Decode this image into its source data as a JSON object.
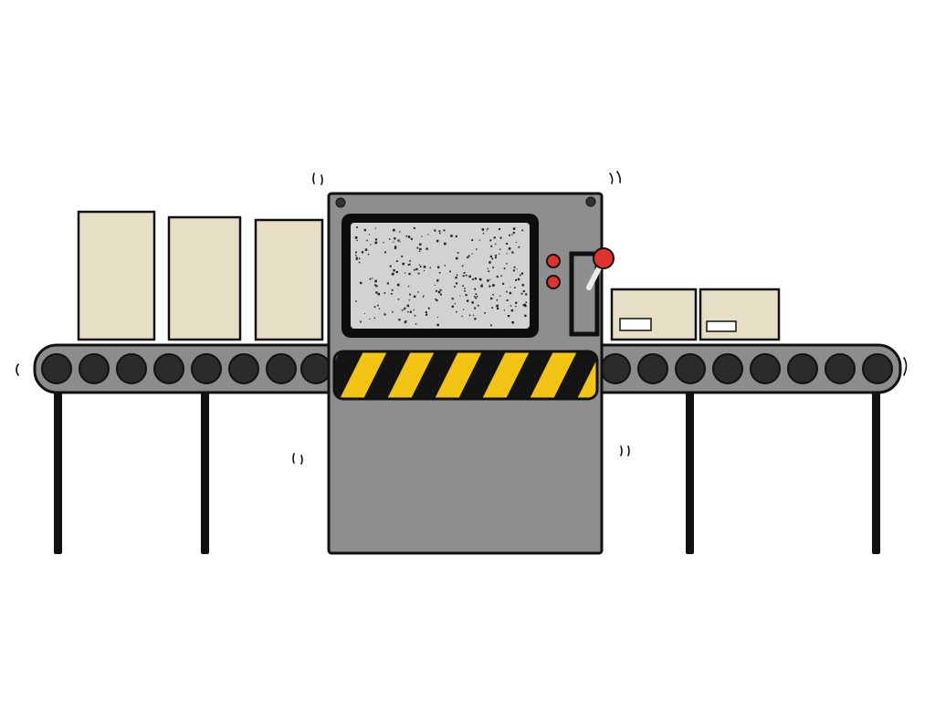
{
  "scene": {
    "subject": "conveyor-packaging-machine",
    "colors": {
      "background": "#ffffff",
      "outline": "#111111",
      "belt": "#8c8c8c",
      "roller": "#2b2b2b",
      "machine_body": "#8e8e8e",
      "screen_frame": "#0d0d0d",
      "screen_fill": "#d2d2d2",
      "hazard_yellow": "#f2c414",
      "hazard_black": "#141414",
      "button_red": "#e3322b",
      "box_fill": "#e6dfc5",
      "box_label": "#ffffff",
      "leg": "#111111"
    },
    "incoming_tall_box_count": 3,
    "outgoing_packed_box_count": 2,
    "roller_count_left": 8,
    "roller_count_right": 8,
    "control_button_count": 2,
    "lever_position": "up"
  }
}
